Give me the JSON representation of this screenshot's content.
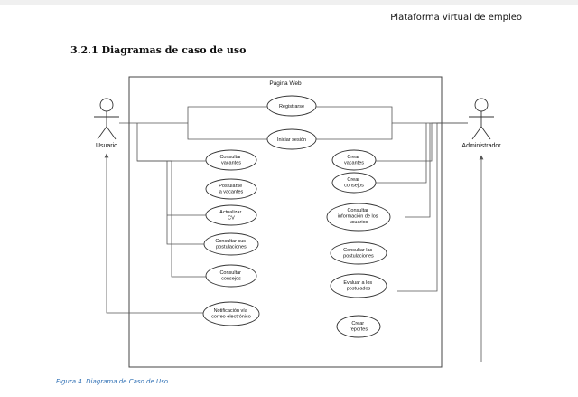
{
  "header": {
    "text": "Plataforma virtual de empleo"
  },
  "section_title": "3.2.1 Diagramas de caso de uso",
  "caption": "Figura 4. Diagrama de Caso de Uso",
  "diagram": {
    "system_title": "Página Web",
    "actors": {
      "user": "Usuario",
      "admin": "Administrador"
    },
    "use_cases": {
      "registrarse": [
        "Registrarse"
      ],
      "iniciar_sesion": [
        "Iniciar sesión"
      ],
      "consultar_vacantes": [
        "Consultar",
        "vacantes"
      ],
      "postularse": [
        "Postularse",
        "a vacantes"
      ],
      "actualizar_cv": [
        "Actualizar",
        "CV"
      ],
      "consultar_postulaciones": [
        "Consultar sus",
        "postulaciones"
      ],
      "consultar_consejos": [
        "Consultar",
        "consejos"
      ],
      "notificacion": [
        "Notificación vía",
        "correo electrónico"
      ],
      "crear_vacantes": [
        "Crear",
        "vacantes"
      ],
      "crear_consejos": [
        "Crear",
        "consejos"
      ],
      "consultar_info_usuarios": [
        "Consultar",
        "información de los",
        "usuarios"
      ],
      "consultar_las_postulaciones": [
        "Consultar las",
        "postulaciones"
      ],
      "evaluar_postulados": [
        "Evaluar a los",
        "postulados"
      ],
      "crear_reportes": [
        "Crear",
        "reportes"
      ]
    }
  }
}
